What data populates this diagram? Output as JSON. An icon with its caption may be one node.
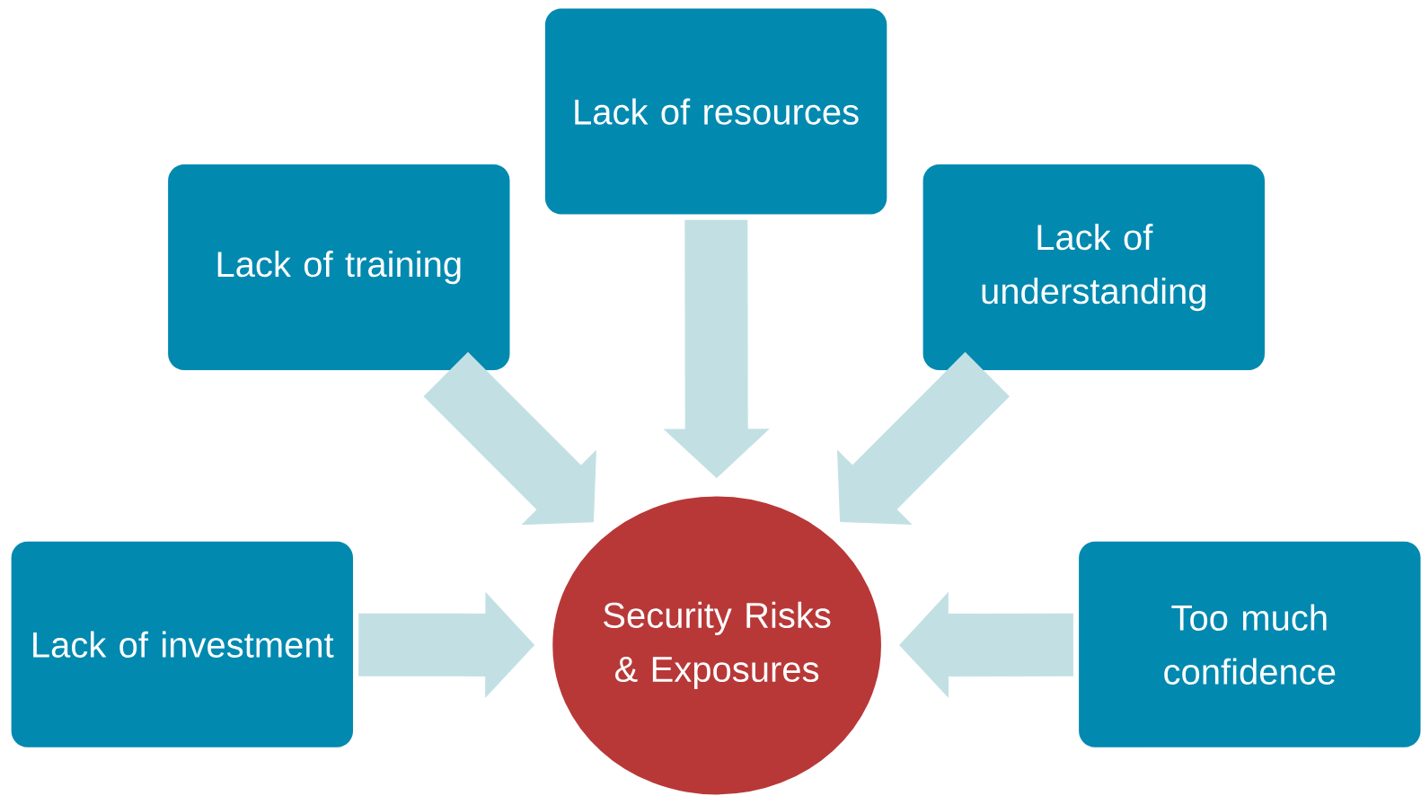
{
  "diagram": {
    "nodes": [
      {
        "text": [
          "Lack of resources"
        ]
      },
      {
        "text": [
          "Lack of training"
        ]
      },
      {
        "text": [
          "Lack of understanding"
        ]
      },
      {
        "text": [
          "Lack of investment"
        ]
      },
      {
        "text": [
          "Security Risks & Exposures"
        ]
      },
      {
        "text": [
          "Too much confidence"
        ]
      }
    ],
    "edges": [
      {
        "from": 0,
        "to": 4,
        "arrow": "to"
      },
      {
        "from": 1,
        "to": 4,
        "arrow": "to"
      },
      {
        "from": 2,
        "to": 4,
        "arrow": "to"
      },
      {
        "from": 3,
        "to": 4,
        "arrow": "to"
      },
      {
        "from": 5,
        "to": 4,
        "arrow": "to"
      }
    ]
  }
}
